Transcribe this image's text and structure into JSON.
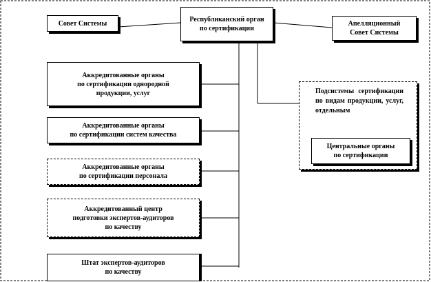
{
  "nodes": {
    "central": "Республиканский орган\nпо сертификации",
    "council": "Совет Системы",
    "appeal": "Апелляционный\nСовет Системы",
    "homogeneous": "Аккредитованные органы\nпо сертификации однородной\nпродукции, услуг",
    "quality_systems": "Аккредитованные органы\nпо сертификации систем качества",
    "personnel": "Аккредитованные органы\nпо сертификации персонала",
    "training_center": "Аккредитованный центр\nподготовки экспертов-аудиторов\nпо качеству",
    "auditors_staff": "Штат экспертов-аудиторов\nпо качеству",
    "subsystems": "Подсистемы сертификации по видам продукции, услуг, отдельным",
    "central_bodies": "Центральные органы\nпо сертификации"
  }
}
